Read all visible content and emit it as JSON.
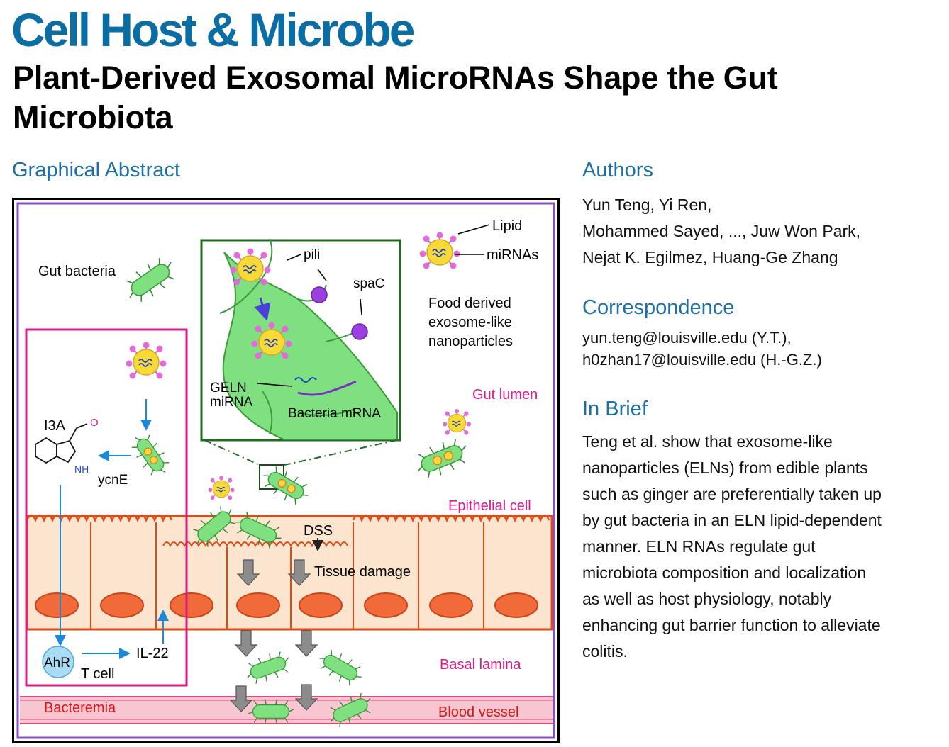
{
  "journal": "Cell Host & Microbe",
  "title": "Plant-Derived Exosomal MicroRNAs Shape the Gut Microbiota",
  "graphical_abstract": {
    "heading": "Graphical Abstract",
    "labels": {
      "gut_bacteria": "Gut bacteria",
      "pili": "pili",
      "spaC": "spaC",
      "lipid": "Lipid",
      "mirnas": "miRNAs",
      "food_line1": "Food derived",
      "food_line2": "exosome-like",
      "food_line3": "nanoparticles",
      "geln_line1": "GELN",
      "geln_line2": "miRNA",
      "bacteria_mrna": "Bacteria mRNA",
      "gut_lumen": "Gut lumen",
      "i3a": "I3A",
      "aldehyde_o": "O",
      "nh": "NH",
      "ycne": "ycnE",
      "epithelial_cell": "Epithelial cell",
      "dss": "DSS",
      "tissue_damage": "Tissue damage",
      "ahr": "AhR",
      "il22": "IL-22",
      "t_cell": "T cell",
      "basal_lamina": "Basal lamina",
      "bacteremia": "Bacteremia",
      "blood_vessel": "Blood vessel"
    },
    "colors": {
      "frame_purple": "#8a4fc7",
      "magenta": "#e0188a",
      "green_dark": "#1f6b1f",
      "bacteria_green": "#7fe07f",
      "cell_fill": "#fbe5cf",
      "cell_border": "#e04a14",
      "nucleus": "#f06a3a",
      "vesicle_yellow": "#f7da35",
      "blood_pink": "#f7c6d0",
      "arrow_blue": "#1e88d8",
      "grey_arrow": "#8c8c8c"
    }
  },
  "authors": {
    "heading": "Authors",
    "line1": "Yun Teng, Yi Ren,",
    "line2": "Mohammed Sayed, ..., Juw Won Park,",
    "line3": "Nejat K. Egilmez, Huang-Ge Zhang"
  },
  "correspondence": {
    "heading": "Correspondence",
    "line1": "yun.teng@louisville.edu (Y.T.),",
    "line2": "h0zhan17@louisville.edu (H.-G.Z.)"
  },
  "in_brief": {
    "heading": "In Brief",
    "lines": [
      "Teng et al. show that exosome-like",
      "nanoparticles (ELNs) from edible plants",
      "such as ginger are preferentially taken up",
      "by gut bacteria in an ELN lipid-dependent",
      "manner. ELN RNAs regulate gut",
      "microbiota composition and localization",
      "as well as host physiology, notably",
      "enhancing gut barrier function to alleviate",
      "colitis."
    ]
  }
}
